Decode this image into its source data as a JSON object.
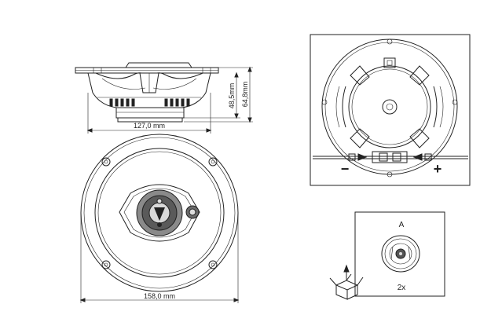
{
  "dimensions": {
    "width_127": "127,0 mm",
    "depth_48": "48,5mm",
    "depth_64": "64,8mm",
    "width_158": "158,0 mm"
  },
  "wiring": {
    "minus": "−",
    "plus": "+"
  },
  "package": {
    "label": "A",
    "quantity": "2x"
  }
}
